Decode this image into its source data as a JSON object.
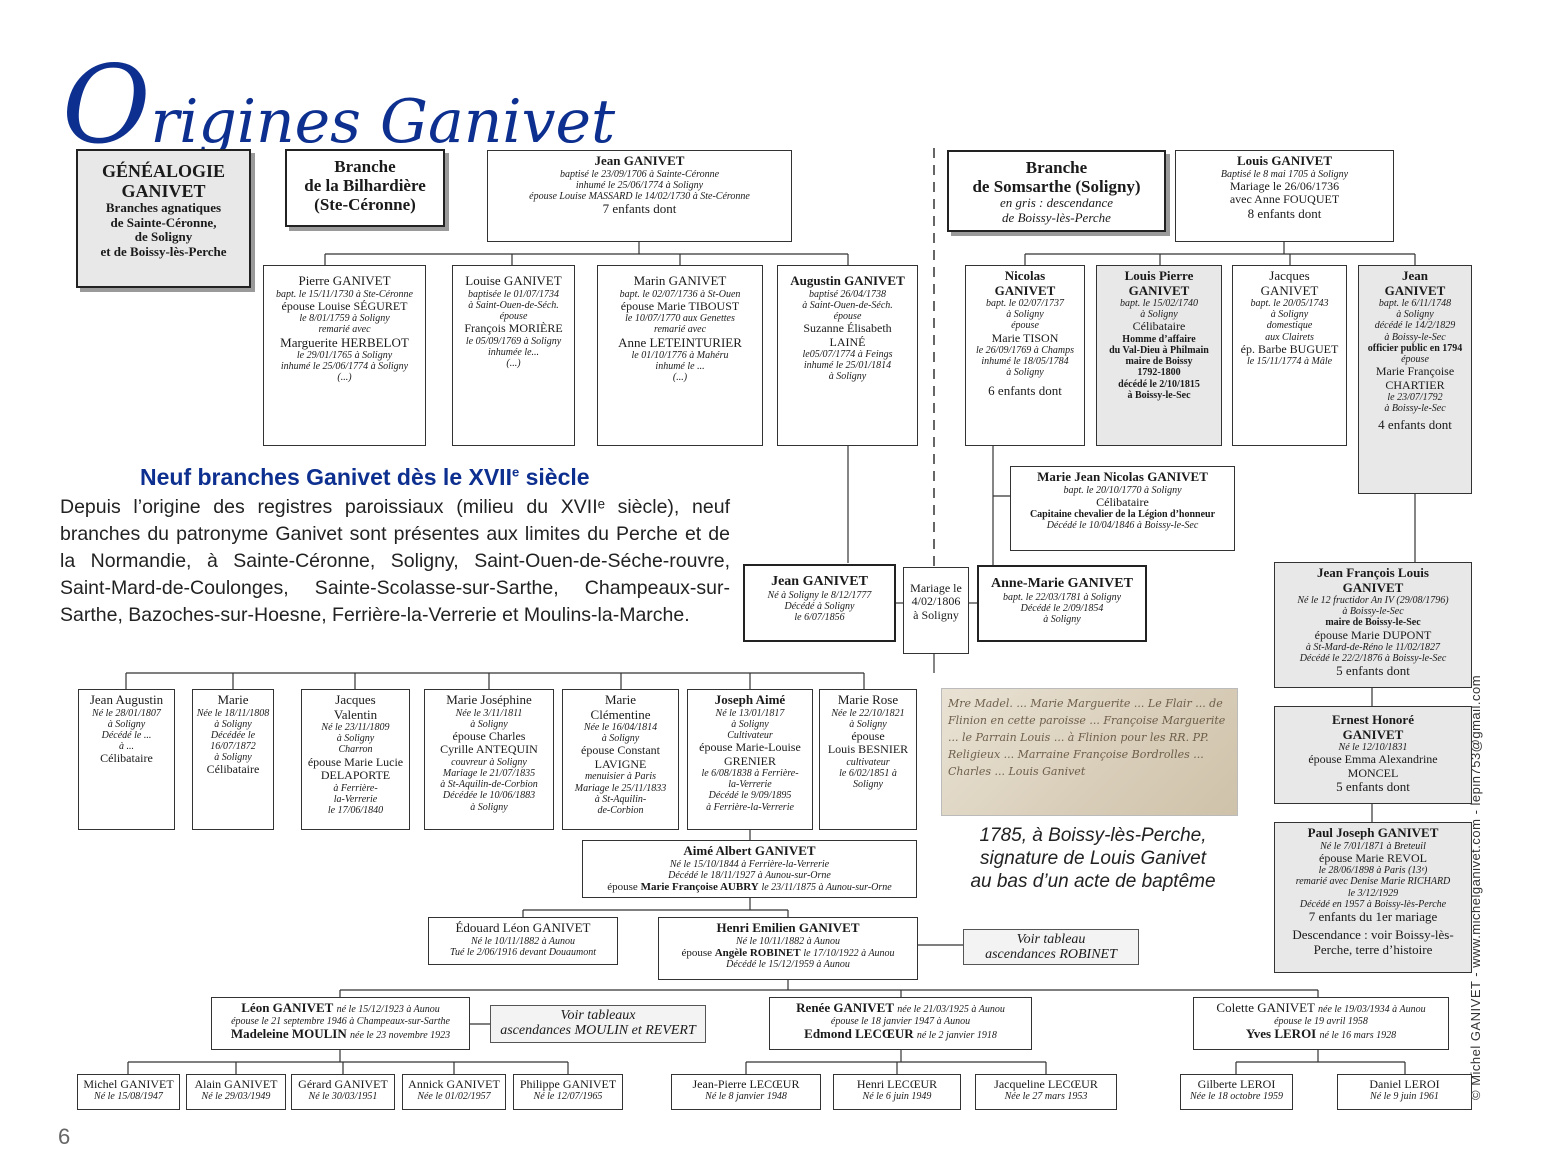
{
  "page": {
    "title_initial": "O",
    "title_rest": "rigines Ganivet",
    "side_credit": "© Michel GANIVET - www.michelganivet.com - lepin753@gmail.com",
    "page_number": "6"
  },
  "intro": {
    "heading": "Neuf branches Ganivet dès le XVII",
    "heading_sup": "e",
    "heading_end": " siècle",
    "text": "Depuis l’origine des registres paroissiaux (milieu du XVIIᵉ siècle), neuf branches du patronyme Ganivet sont présentes aux limites du Perche et de la Normandie, à Sainte-Céronne, Soligny, Saint-Ouen-de-Séche-rouvre, Saint-Mard-de-Coulonges, Sainte-Scolasse-sur-Sarthe, Champeaux-sur-Sarthe, Bazoches-sur-Hoesne, Ferrière-la-Verrerie et Moulins-la-Marche."
  },
  "headers": {
    "genealogie": [
      "GÉNÉALOGIE",
      "GANIVET",
      "Branches agnatiques",
      "de Sainte-Céronne,",
      "de Soligny",
      "et de Boissy-lès-Perche"
    ],
    "bilhardiere": [
      "Branche",
      "de la Bilhardière",
      "(Ste-Céronne)"
    ],
    "somsarthe": [
      "Branche",
      "de Somsarthe (Soligny)",
      "en gris : descendance",
      "de Boissy-lès-Perche"
    ]
  },
  "people": {
    "jean_1706": [
      "Jean GANIVET",
      "baptisé le 23/09/1706 à Sainte-Céronne",
      "inhumé le 25/06/1774 à Soligny",
      "épouse Louise MASSARD le 14/02/1730 à Ste-Céronne",
      "7 enfants dont"
    ],
    "louis_1705": [
      "Louis GANIVET",
      "Baptisé le 8 mai 1705 à Soligny",
      "Mariage le 26/06/1736",
      "avec Anne FOUQUET",
      "8 enfants dont"
    ],
    "pierre": [
      "Pierre GANIVET",
      "bapt. le 15/11/1730 à Ste-Céronne",
      "épouse Louise SÉGURET",
      "le 8/01/1759 à Soligny",
      "remarié avec",
      "Marguerite HERBELOT",
      "le 29/01/1765 à Soligny",
      "inhumé le 25/06/1774 à Soligny",
      "(...)"
    ],
    "louise": [
      "Louise GANIVET",
      "baptisée le 01/07/1734",
      "à Saint-Ouen-de-Séch.",
      "épouse",
      "François MORIÈRE",
      "le 05/09/1769 à Soligny",
      "inhumée le...",
      "(...)"
    ],
    "marin": [
      "Marin GANIVET",
      "bapt. le 02/07/1736 à St-Ouen",
      "épouse Marie TIBOUST",
      "le 10/07/1770 aux Genettes",
      "remarié avec",
      "Anne LETEINTURIER",
      "le 01/10/1776 à Mahéru",
      "inhumé le ...",
      "(...)"
    ],
    "augustin": [
      "Augustin GANIVET",
      "baptisé 26/04/1738",
      "à Saint-Ouen-de-Séch.",
      "épouse",
      "Suzanne Élisabeth",
      "LAINÉ",
      "le05/07/1774 à Feings",
      "inhumé le 25/01/1814",
      "à Soligny"
    ],
    "nicolas": [
      "Nicolas",
      "GANIVET",
      "bapt. le 02/07/1737",
      "à Soligny",
      "épouse",
      "Marie TISON",
      "le 26/09/1769 à Champs",
      "inhumé le 18/05/1784",
      "à Soligny",
      "6 enfants dont"
    ],
    "louis_pierre": [
      "Louis Pierre",
      "GANIVET",
      "bapt. le 15/02/1740",
      "à Soligny",
      "Célibataire",
      "Homme d’affaire",
      "du Val-Dieu à Philmain",
      "maire de Boissy",
      "1792-1800",
      "décédé le 2/10/1815",
      "à Boissy-le-Sec"
    ],
    "jacques_1743": [
      "Jacques",
      "GANIVET",
      "bapt. le 20/05/1743",
      "à Soligny",
      "domestique",
      "aux Clairets",
      "ép. Barbe BUGUET",
      "le 15/11/1774 à Mâle"
    ],
    "jean_1748": [
      "Jean",
      "GANIVET",
      "bapt. le 6/11/1748",
      "à Soligny",
      "décédé le 14/2/1829",
      "à Boissy-le-Sec",
      "officier public en 1794",
      "épouse",
      "Marie Françoise",
      "CHARTIER",
      "le 23/07/1792",
      "à Boissy-le-Sec",
      "4 enfants dont"
    ],
    "marie_jean_nicolas": [
      "Marie Jean Nicolas GANIVET",
      "bapt. le 20/10/1770 à Soligny",
      "Célibataire",
      "Capitaine chevalier de la Légion d’honneur",
      "Décédé le 10/04/1846 à Boissy-le-Sec"
    ],
    "jean_1777": [
      "Jean GANIVET",
      "Né à Soligny le 8/12/1777",
      "Décédé à Soligny",
      "le 6/07/1856"
    ],
    "mariage": [
      "Mariage le",
      "4/02/1806",
      "à Soligny"
    ],
    "anne_marie": [
      "Anne-Marie GANIVET",
      "bapt. le 22/03/1781 à Soligny",
      "Décédé le 2/09/1854",
      "à Soligny"
    ],
    "jean_francois_louis": [
      "Jean François Louis",
      "GANIVET",
      "Né le 12 fructidor An IV (29/08/1796)",
      "à Boissy-le-Sec",
      "maire de Boissy-le-Sec",
      "épouse Marie DUPONT",
      "à St-Mard-de-Réno le 11/02/1827",
      "Décédé le 22/2/1876 à Boissy-le-Sec",
      "5 enfants dont"
    ],
    "ernest": [
      "Ernest Honoré",
      "GANIVET",
      "Né le 12/10/1831",
      "épouse Emma Alexandrine",
      "MONCEL",
      "5 enfants dont"
    ],
    "paul_joseph": [
      "Paul Joseph GANIVET",
      "Né le 7/01/1871 à Breteuil",
      "épouse Marie REVOL",
      "le 28/06/1898 à Paris (13ᵉ)",
      "remarié avec Denise Marie RICHARD",
      "le 3/12/1929",
      "Décédé en 1957 à Boissy-lès-Perche",
      "7 enfants du 1er mariage",
      "Descendance : voir Boissy-lès-Perche, terre d’histoire"
    ],
    "jean_augustin": [
      "Jean Augustin",
      "Né le 28/01/1807",
      "à Soligny",
      "Décédé le ...",
      "à ...",
      "Célibataire"
    ],
    "marie_1808": [
      "Marie",
      "Née le 18/11/1808",
      "à Soligny",
      "Décédée le",
      "16/07/1872",
      "à Soligny",
      "Célibataire"
    ],
    "jacques_valentin": [
      "Jacques",
      "Valentin",
      "Né le 23/11/1809",
      "à Soligny",
      "Charron",
      "épouse Marie Lucie",
      "DELAPORTE",
      "à Ferrière-",
      "la-Verrerie",
      "le 17/06/1840"
    ],
    "marie_josephine": [
      "Marie Joséphine",
      "Née le 3/11/1811",
      "à Soligny",
      "épouse Charles",
      "Cyrille ANTEQUIN",
      "couvreur à Soligny",
      "Mariage le 21/07/1835",
      "à St-Aquilin-de-Corbion",
      "Décédée le 10/06/1883",
      "à Soligny"
    ],
    "marie_clementine": [
      "Marie",
      "Clémentine",
      "Née le 16/04/1814",
      "à Soligny",
      "épouse Constant",
      "LAVIGNE",
      "menuisier à Paris",
      "Mariage le 25/11/1833",
      "à St-Aquilin-",
      "de-Corbion"
    ],
    "joseph_aime": [
      "Joseph Aimé",
      "Né le 13/01/1817",
      "à Soligny",
      "Cultivateur",
      "épouse Marie-Louise",
      "GRENIER",
      "le 6/08/1838 à Ferrière-",
      "la-Verrerie",
      "Décédé le 9/09/1895",
      "à Ferrière-la-Verrerie"
    ],
    "marie_rose": [
      "Marie Rose",
      "Née le 22/10/1821",
      "à Soligny",
      "épouse",
      "Louis BESNIER",
      "cultivateur",
      "le 6/02/1851 à",
      "Soligny"
    ],
    "aime_albert": [
      "Aimé Albert GANIVET",
      "Né le 15/10/1844 à Ferrière-la-Verrerie",
      "Décédé le 18/11/1927 à Aunou-sur-Orne",
      "épouse",
      "Marie Françoise AUBRY",
      "le 23/11/1875 à Aunou-sur-Orne"
    ],
    "edouard": [
      "Édouard Léon GANIVET",
      "Né le 10/11/1882 à Aunou",
      "Tué le 2/06/1916 devant Douaumont"
    ],
    "henri_emilien": [
      "Henri Emilien GANIVET",
      "Né le 10/11/1882 à Aunou",
      "épouse",
      "Angèle ROBINET",
      "le 17/10/1922 à Aunou",
      "Décédé le 15/12/1959 à Aunou"
    ],
    "leon": [
      "Léon GANIVET",
      "né le 15/12/1923 à Aunou",
      "épouse le 21 septembre 1946 à Champeaux-sur-Sarthe",
      "Madeleine MOULIN",
      "née le 23 novembre 1923"
    ],
    "renee": [
      "Renée GANIVET",
      "née le 21/03/1925 à Aunou",
      "épouse le 18 janvier 1947 à Aunou",
      "Edmond LECŒUR",
      "né le 2 janvier 1918"
    ],
    "colette": [
      "Colette GANIVET",
      "née le 19/03/1934 à Aunou",
      "épouse le 19 avril 1958",
      "Yves LEROI",
      "né le 16 mars 1928"
    ],
    "michel": [
      "Michel GANIVET",
      "Né le 15/08/1947"
    ],
    "alain": [
      "Alain GANIVET",
      "Né le 29/03/1949"
    ],
    "gerard": [
      "Gérard GANIVET",
      "Né le 30/03/1951"
    ],
    "annick": [
      "Annick GANIVET",
      "Née le 01/02/1957"
    ],
    "philippe": [
      "Philippe GANIVET",
      "Né le 12/07/1965"
    ],
    "jean_pierre": [
      "Jean-Pierre LECŒUR",
      "Né le 8 janvier 1948"
    ],
    "henri_lecoeur": [
      "Henri LECŒUR",
      "Né le 6 juin 1949"
    ],
    "jacqueline": [
      "Jacqueline LECŒUR",
      "Née le 27 mars 1953"
    ],
    "gilberte": [
      "Gilberte LEROI",
      "Née le 18 octobre 1959"
    ],
    "daniel": [
      "Daniel LEROI",
      "Né le 9 juin 1961"
    ]
  },
  "refs": {
    "robinet": [
      "Voir tableau",
      "ascendances ROBINET"
    ],
    "moulin": [
      "Voir tableaux",
      "ascendances MOULIN et REVERT"
    ]
  },
  "photo": {
    "handwriting": [
      "Mre Madel. ... Marie Marguerite ... Le Flair ... de Flinion en cette paroisse ... Françoise Marguerite ... le Parrain Louis ... à Flinion pour les RR. PP. Religieux ... Marraine Françoise Bordrolles ... Charles ... Louis Ganivet"
    ],
    "caption": [
      "1785, à Boissy-lès-Perche,",
      "signature de Louis Ganivet",
      "au bas d’un acte de baptême"
    ]
  },
  "colors": {
    "title_blue": "#0d2f8f",
    "grey_box": "#e8e8e8",
    "line": "#333333"
  }
}
